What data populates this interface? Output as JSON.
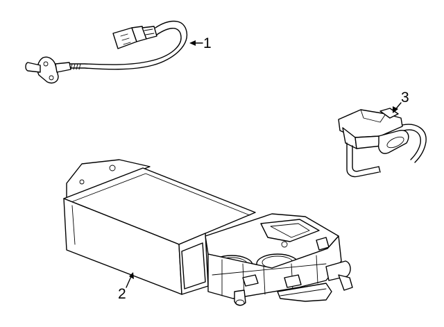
{
  "diagram": {
    "callouts": [
      {
        "id": "1",
        "label": "1"
      },
      {
        "id": "2",
        "label": "2"
      },
      {
        "id": "3",
        "label": "3"
      }
    ],
    "line_color": "#000000",
    "background": "#ffffff"
  }
}
